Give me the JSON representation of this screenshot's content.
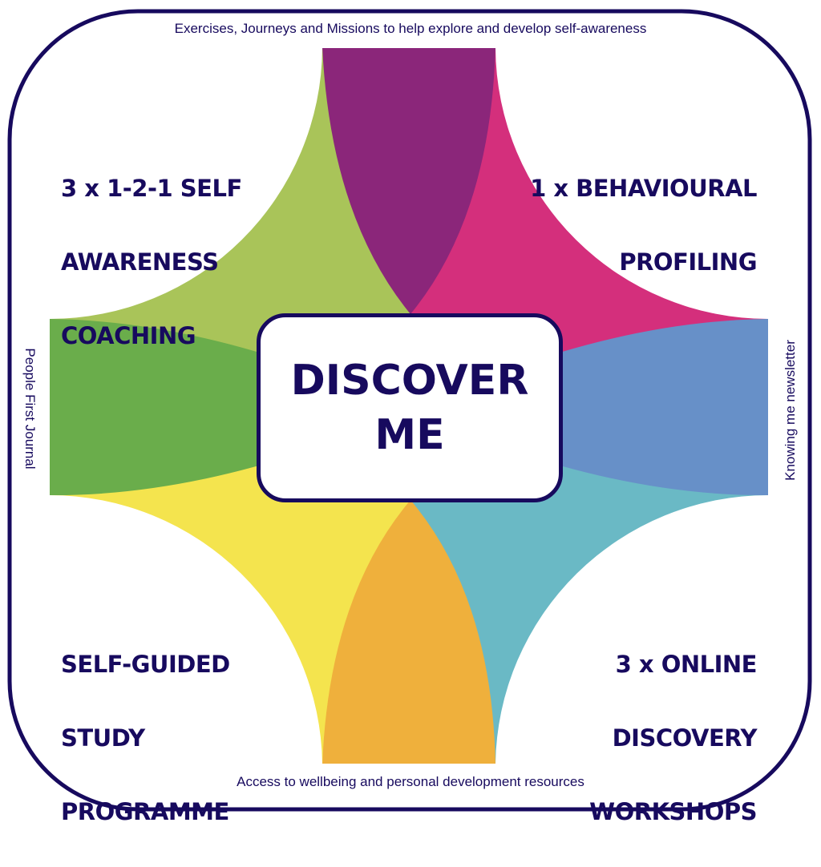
{
  "captions": {
    "top": "Exercises, Journeys and Missions to help explore and develop self-awareness",
    "bottom": "Access to wellbeing and personal development resources",
    "left": "People First Journal",
    "right": "Knowing me newsletter"
  },
  "center": {
    "line1": "DISCOVER",
    "line2": "ME"
  },
  "quadrants": {
    "top_left": [
      "3 x 1-2-1 SELF",
      "AWARENESS",
      "COACHING"
    ],
    "top_right": [
      "1 x BEHAVIOURAL",
      "PROFILING"
    ],
    "bottom_left": [
      "SELF-GUIDED",
      "STUDY",
      "PROGRAMME"
    ],
    "bottom_right": [
      "3 x ONLINE",
      "DISCOVERY",
      "WORKSHOPS"
    ]
  },
  "colors": {
    "ink": "#170a5e",
    "purple": "#8b267a",
    "pink": "#d42f7c",
    "blue": "#6790c8",
    "teal": "#6ab9c5",
    "orange": "#efb03c",
    "yellow": "#f4e44e",
    "dark_green": "#6aad4b",
    "light_green": "#a9c459"
  }
}
